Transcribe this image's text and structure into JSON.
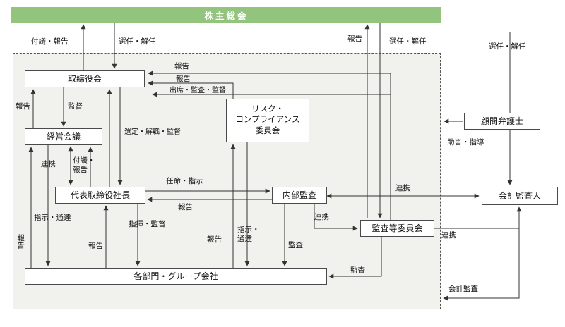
{
  "colors": {
    "header_green": "#93c47d",
    "line": "#333333",
    "inner_bg": "#f1f1ee"
  },
  "nodes": {
    "shareholders": "株主総会",
    "board": "取締役会",
    "management_council": "経営会議",
    "risk_committee": "リスク・\nコンプライアンス\n委員会",
    "president": "代表取締役社長",
    "internal_audit": "内部監査",
    "audit_committee": "監査等委員会",
    "departments": "各部門・グループ会社",
    "legal_advisor": "顧問弁護士",
    "accounting_auditor": "会計監査人"
  },
  "edge_labels": [
    "付議・報告",
    "選任・解任",
    "報告",
    "選任・解任",
    "選任・解任",
    "報告",
    "報告",
    "出席・監査・監督",
    "報告",
    "監督",
    "選定・解職・監督",
    "連携",
    "付議・\n報告",
    "任命・指示",
    "報告",
    "指示・通達",
    "報告",
    "報告",
    "指揮・監督",
    "報告",
    "指示・\n通達",
    "監査",
    "連携",
    "連携",
    "連携",
    "監査",
    "助言・指導",
    "会計監査"
  ]
}
